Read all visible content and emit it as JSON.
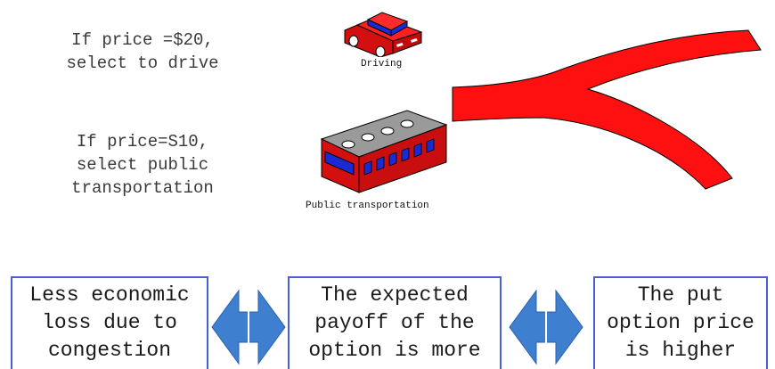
{
  "top": {
    "driving_condition": [
      "If price =$20,",
      "select to drive"
    ],
    "transit_condition": [
      "If price=S10,",
      "select public",
      "transportation"
    ],
    "driving_caption": "Driving",
    "transit_caption": "Public transportation"
  },
  "boxes": [
    {
      "lines": [
        "Less economic",
        "loss due to",
        "congestion"
      ]
    },
    {
      "lines": [
        "The expected",
        "payoff of the",
        "option is more"
      ]
    },
    {
      "lines": [
        "The put",
        "option price",
        "is higher"
      ]
    }
  ],
  "colors": {
    "road": "#ff1010",
    "car_body": "#e01010",
    "window": "#1a2bd6",
    "bus_roof": "#9a9a9a",
    "arrow": "#3f7fd0",
    "box_border": "#4a5fd0"
  },
  "icons": [
    "car-icon",
    "bus-icon",
    "road-fork-icon",
    "double-arrow-icon"
  ]
}
